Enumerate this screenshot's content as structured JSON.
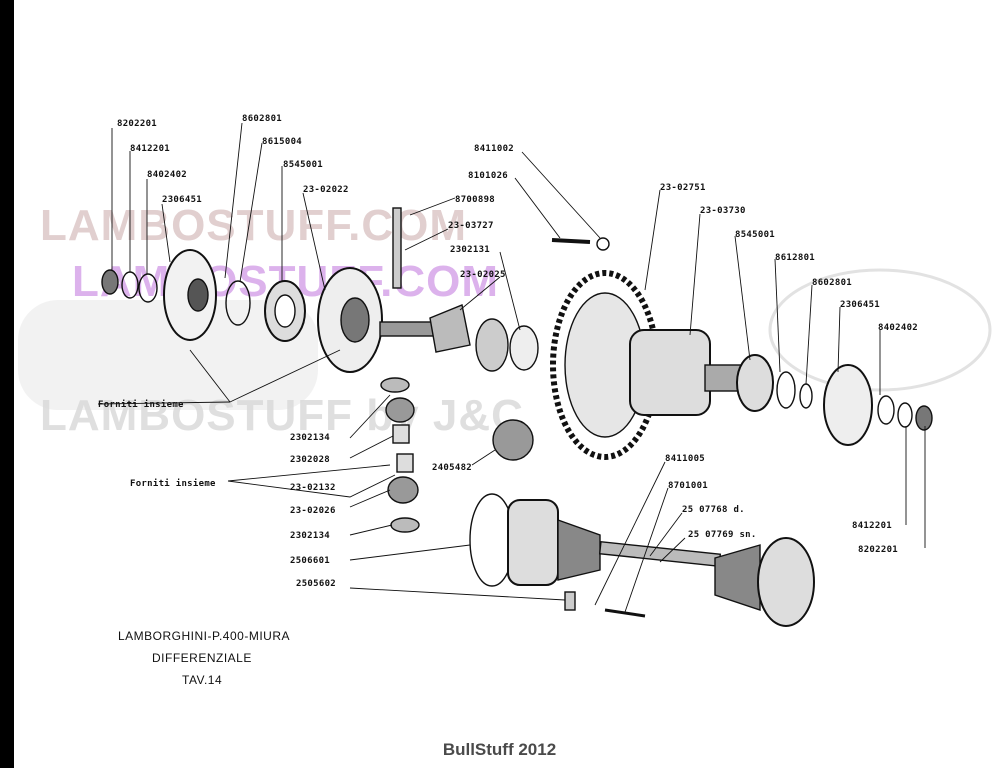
{
  "watermarks": {
    "line1": "LAMBOSTUFF.COM",
    "line2": "LAMBOSTUFF.COM",
    "line3": "LAMBOSTUFF by J&C"
  },
  "caption": {
    "line1": "LAMBORGHINI-P.400-MIURA",
    "line2": "DIFFERENZIALE",
    "line3": "TAV.14"
  },
  "credit": "BullStuff 2012",
  "labels": {
    "p8202201_l": "8202201",
    "p8412201_l": "8412201",
    "p8402402_l": "8402402",
    "p2306451_l": "2306451",
    "p8602801_l": "8602801",
    "p8615004": "8615004",
    "p8545001_l": "8545001",
    "p23_02022": "23-02022",
    "p8411002": "8411002",
    "p8101026": "8101026",
    "p8700898": "8700898",
    "p23_03727": "23-03727",
    "p2302131": "2302131",
    "p23_02025": "23-02025",
    "p23_02751": "23-02751",
    "p23_03730": "23-03730",
    "p8545001_r": "8545001",
    "p8612801": "8612801",
    "p8602801_r": "8602801",
    "p2306451_r": "2306451",
    "p8402402_r": "8402402",
    "p8412201_r": "8412201",
    "p8202201_r": "8202201",
    "forniti1": "Forniti insieme",
    "forniti2": "Forniti insieme",
    "p2302134_a": "2302134",
    "p2302028": "2302028",
    "p23_02132": "23-02132",
    "p23_02026": "23-02026",
    "p2302134_b": "2302134",
    "p2405482": "2405482",
    "p2506601": "2506601",
    "p2505602": "2505602",
    "p8411005": "8411005",
    "p8701001": "8701001",
    "p25_07768": "25 07768 d.",
    "p25_07769": "25 07769 sn."
  }
}
